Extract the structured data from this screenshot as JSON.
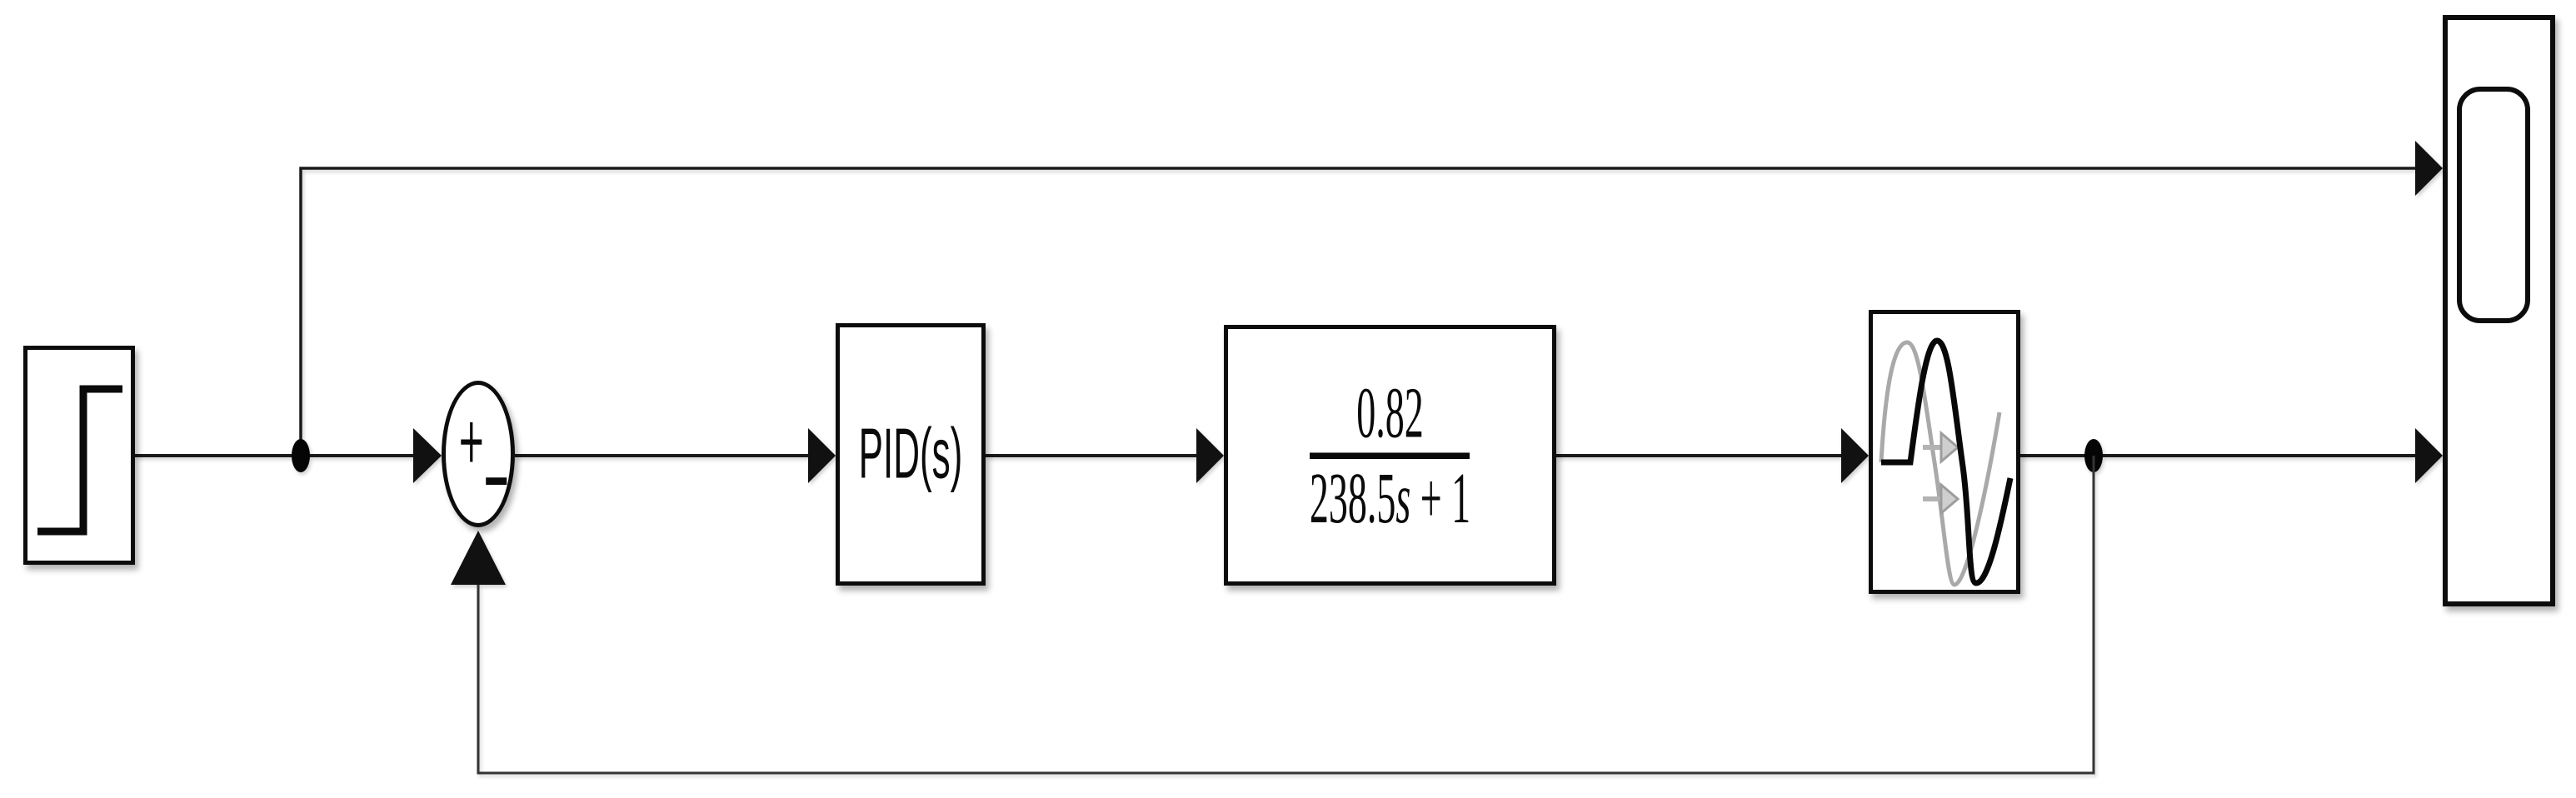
{
  "diagram": {
    "kind": "simulink-control-loop-block-diagram",
    "colors": {
      "background": "#ffffff",
      "wire": "#1a1a1a",
      "block_border": "#0c0c0c",
      "block_fill": "#ffffff",
      "icon_gray": "#a9a9a9"
    }
  },
  "blocks": {
    "step": {
      "icon": "step-signal-icon"
    },
    "sum": {
      "plus": "+",
      "minus": "−"
    },
    "pid": {
      "label": "PID(s)"
    },
    "transfer_fcn": {
      "numerator": "0.82",
      "den_coeff": "238.5",
      "den_var": "s",
      "den_tail": " + 1"
    },
    "transport_delay": {
      "icon": "transport-delay-icon"
    },
    "scope": {
      "icon": "scope-display-icon"
    }
  },
  "connections": [
    {
      "from": "step",
      "to": "sum",
      "port": "plus"
    },
    {
      "from": "step",
      "to": "scope",
      "port": "1"
    },
    {
      "from": "sum",
      "to": "pid"
    },
    {
      "from": "pid",
      "to": "transfer_fcn"
    },
    {
      "from": "transfer_fcn",
      "to": "transport_delay"
    },
    {
      "from": "transport_delay",
      "to": "scope",
      "port": "2"
    },
    {
      "from": "transport_delay",
      "to": "sum",
      "port": "minus"
    }
  ]
}
